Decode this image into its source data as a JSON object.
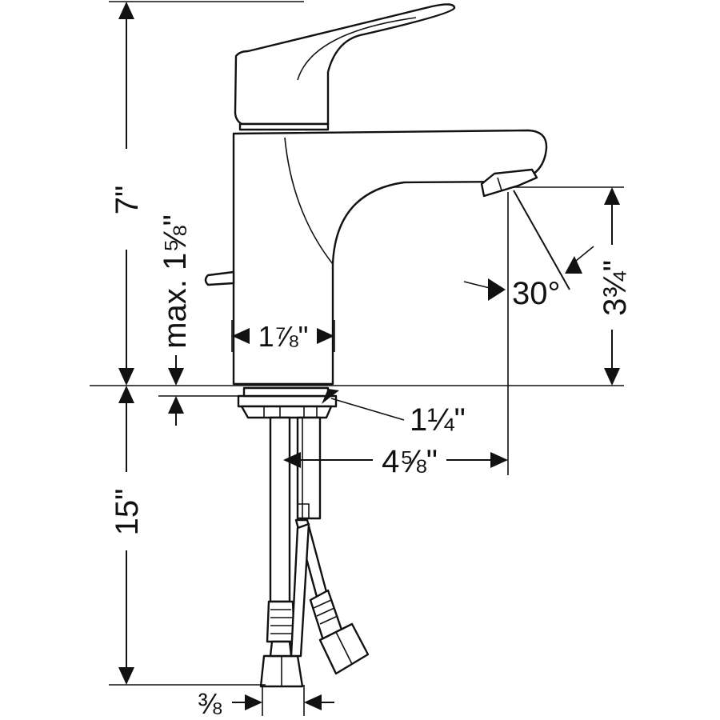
{
  "diagram": {
    "dimensions": {
      "height_total": "7\"",
      "lever_clearance": "max. 1⅝\"",
      "body_width": "1⅞\"",
      "spout_angle": "30°",
      "spout_height": "3¾\"",
      "mount_thickness": "1¼\"",
      "spout_reach": "4⅝\"",
      "hose_length": "15\"",
      "connection_size": "⅜"
    }
  }
}
